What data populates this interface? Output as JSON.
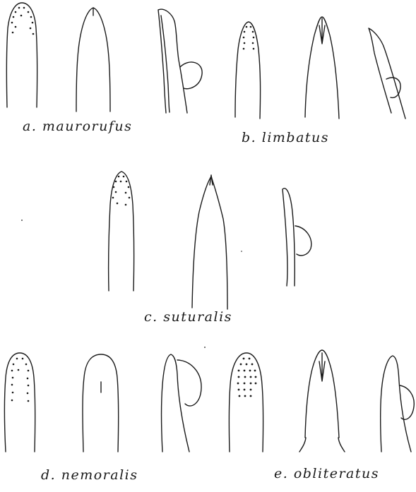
{
  "figures": [
    {
      "id": "a",
      "caption": "a. maurorufus"
    },
    {
      "id": "b",
      "caption": "b. limbatus"
    },
    {
      "id": "c",
      "caption": "c. suturalis"
    },
    {
      "id": "d",
      "caption": "d. nemoralis"
    },
    {
      "id": "e",
      "caption": "e. obliteratus"
    }
  ]
}
